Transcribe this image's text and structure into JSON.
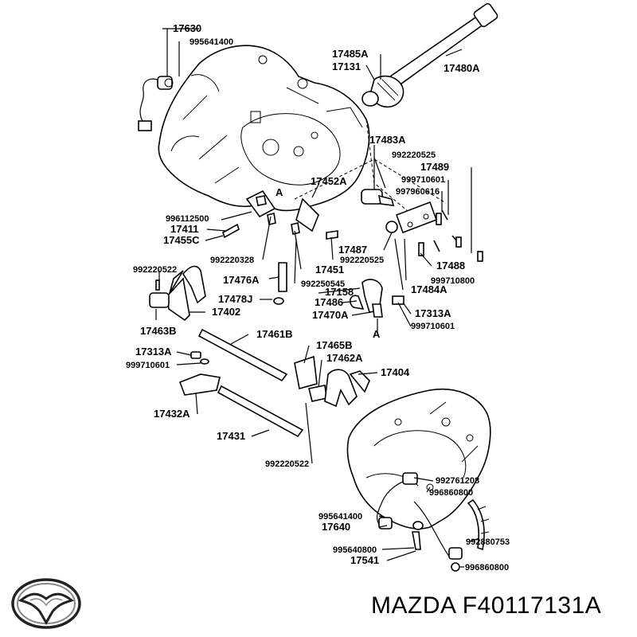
{
  "brand": "MAZDA",
  "part_number": "F40117131A",
  "parts": {
    "p17630": "17630",
    "p995641400_top": "995641400",
    "p17485A": "17485A",
    "p17131": "17131",
    "p17480A": "17480A",
    "p17483A": "17483A",
    "p992220525_a": "992220525",
    "p17489": "17489",
    "p999710601_a": "999710601",
    "p997960616": "997960616",
    "p17452A": "17452A",
    "mark_A1": "A",
    "p996112500": "996112500",
    "p17411": "17411",
    "p17455C": "17455C",
    "p992220328": "992220328",
    "p17487": "17487",
    "p992220525_b": "992220525",
    "p17451": "17451",
    "p17488": "17488",
    "p999710800": "999710800",
    "p17484A": "17484A",
    "p992220522_a": "992220522",
    "p17476A": "17476A",
    "p992250545": "992250545",
    "p17158": "17158",
    "p17486": "17486",
    "p17478J": "17478J",
    "p17402": "17402",
    "p17470A": "17470A",
    "p17313A_a": "17313A",
    "p999710601_b": "999710601",
    "p17463B": "17463B",
    "mark_A2": "A",
    "p17461B": "17461B",
    "p17313A_b": "17313A",
    "p999710601_c": "999710601",
    "p17465B": "17465B",
    "p17462A": "17462A",
    "p17404": "17404",
    "p17432A": "17432A",
    "p17431": "17431",
    "p992220522_b": "992220522",
    "p992761208": "992761208",
    "p996860800_a": "996860800",
    "p995641400_bot": "995641400",
    "p17640": "17640",
    "p992880753": "992880753",
    "p995640800": "995640800",
    "p17541": "17541",
    "p996860800_b": "996860800"
  }
}
